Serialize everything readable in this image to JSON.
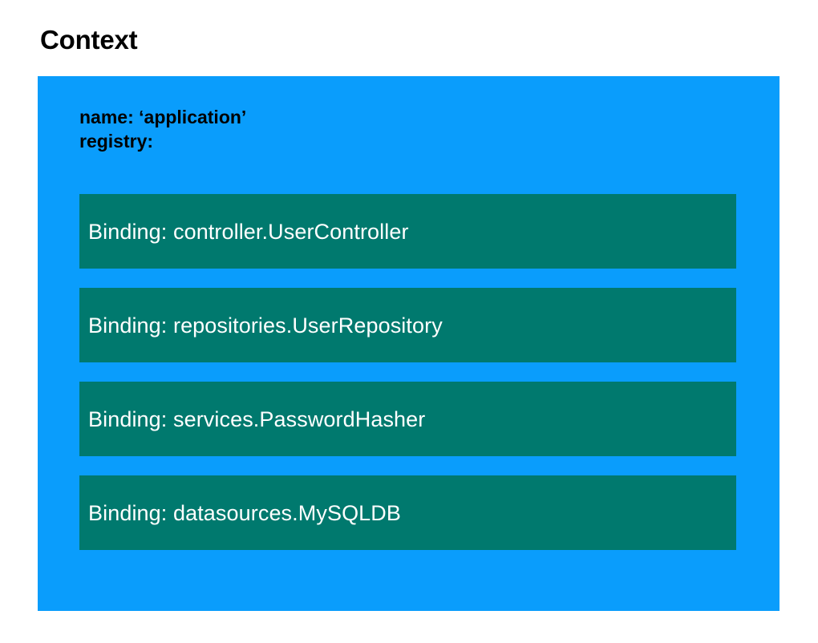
{
  "title": "Context",
  "context": {
    "box_color": "#0A9DFC",
    "properties": [
      {
        "text": "name: ‘application’"
      },
      {
        "text": "registry:"
      }
    ],
    "registry": {
      "row_color": "#00796E",
      "bindings": [
        {
          "label": "Binding: controller.UserController"
        },
        {
          "label": "Binding: repositories.UserRepository"
        },
        {
          "label": "Binding: services.PasswordHasher"
        },
        {
          "label": "Binding: datasources.MySQLDB"
        }
      ]
    }
  }
}
